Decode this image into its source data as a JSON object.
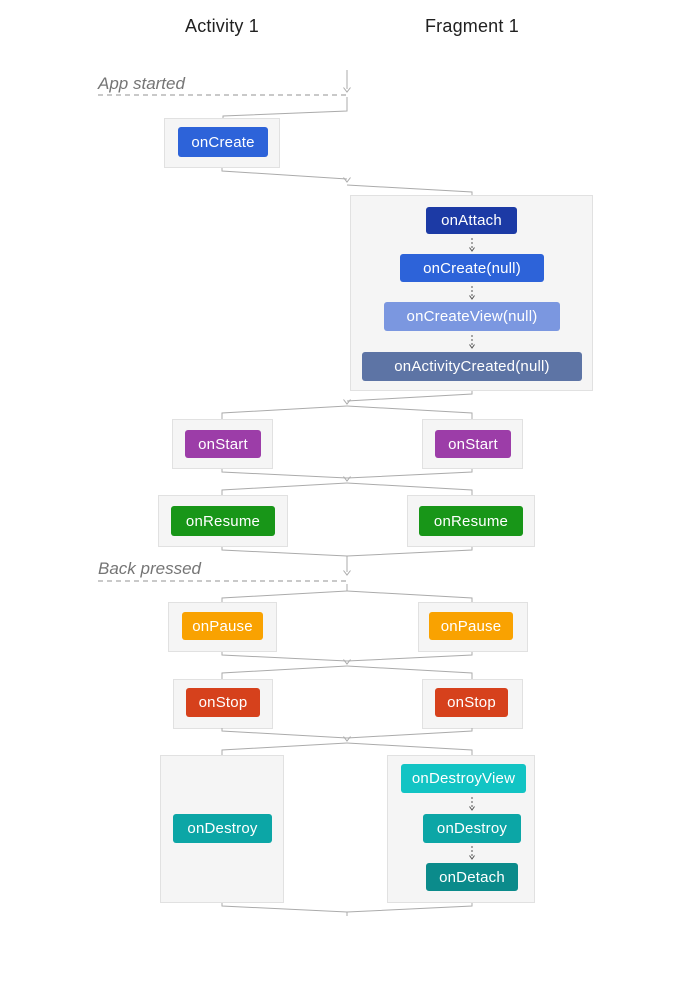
{
  "headers": {
    "activity": "Activity 1",
    "fragment": "Fragment 1"
  },
  "annotations": {
    "app_started": "App started",
    "back_pressed": "Back pressed"
  },
  "nodes": {
    "activity_oncreate": {
      "label": "onCreate",
      "color": "#2d63d9"
    },
    "fragment_onattach": {
      "label": "onAttach",
      "color": "#1c3aa5"
    },
    "fragment_oncreate_null": {
      "label": "onCreate(null)",
      "color": "#2d63d9"
    },
    "fragment_oncreateview_null": {
      "label": "onCreateView(null)",
      "color": "#7b97e0"
    },
    "fragment_onactivitycreated_null": {
      "label": "onActivityCreated(null)",
      "color": "#5d74a5"
    },
    "activity_onstart": {
      "label": "onStart",
      "color": "#9c3da8"
    },
    "fragment_onstart": {
      "label": "onStart",
      "color": "#9c3da8"
    },
    "activity_onresume": {
      "label": "onResume",
      "color": "#189618"
    },
    "fragment_onresume": {
      "label": "onResume",
      "color": "#189618"
    },
    "activity_onpause": {
      "label": "onPause",
      "color": "#f9a201"
    },
    "fragment_onpause": {
      "label": "onPause",
      "color": "#f9a201"
    },
    "activity_onstop": {
      "label": "onStop",
      "color": "#d6411c"
    },
    "fragment_onstop": {
      "label": "onStop",
      "color": "#d6411c"
    },
    "activity_ondestroy": {
      "label": "onDestroy",
      "color": "#0ca6a6"
    },
    "fragment_ondestroyview": {
      "label": "onDestroyView",
      "color": "#12c4c4"
    },
    "fragment_ondestroy": {
      "label": "onDestroy",
      "color": "#0ca6a6"
    },
    "fragment_ondetach": {
      "label": "onDetach",
      "color": "#0b8b8b"
    }
  },
  "colors": {
    "connector": "#ababab",
    "divider": "#c9c9c9",
    "mini_arrow": "#555555",
    "box_fill": "#f5f5f5",
    "box_border": "#e1e1e1",
    "heading_text": "#212121",
    "annotation_text": "#757575",
    "button_text": "#ffffff"
  }
}
